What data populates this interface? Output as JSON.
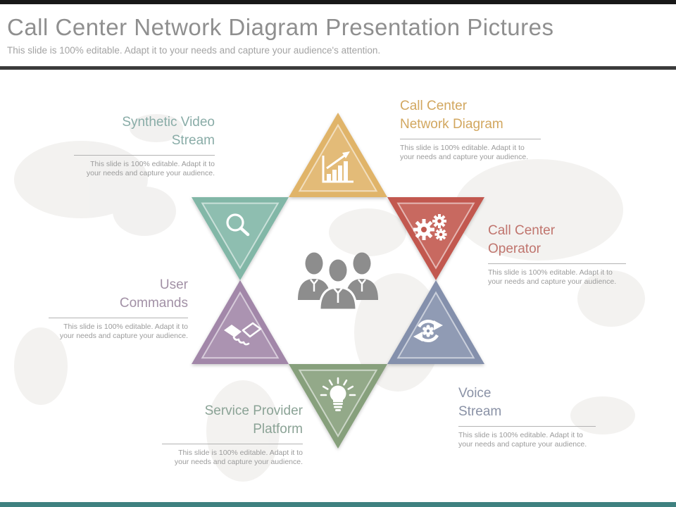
{
  "header": {
    "title": "Call Center Network Diagram Presentation Pictures",
    "subtitle": "This slide is 100% editable. Adapt it to your needs and capture your audience's attention."
  },
  "bars": {
    "top_bar_color": "#181818",
    "divider_color": "#3b3b3b",
    "footer_bar_color": "#3f8180"
  },
  "diagram": {
    "center": {
      "icon": "team-icon",
      "color": "#8d8d8d"
    },
    "nodes": [
      {
        "id": "call-center-network-diagram",
        "position": "top",
        "icon": "bar-chart-icon",
        "shape_color": "#e0b469",
        "label_color": "#d2a75f",
        "line1": "Call Center",
        "line2": "Network Diagram",
        "desc_line1": "This slide is 100% editable.  Adapt it to",
        "desc_line2": "your needs and capture your audience."
      },
      {
        "id": "call-center-operator",
        "position": "upper-right",
        "icon": "gears-icon",
        "shape_color": "#c2594f",
        "label_color": "#c0756e",
        "line1": "Call Center",
        "line2": "Operator",
        "desc_line1": "This slide is 100% editable.  Adapt it to",
        "desc_line2": "your needs and capture your audience."
      },
      {
        "id": "voice-stream",
        "position": "lower-right",
        "icon": "sync-icon",
        "shape_color": "#8490ac",
        "label_color": "#8a92a6",
        "line1": "Voice",
        "line2": "Stream",
        "desc_line1": "This slide is 100% editable.  Adapt it to",
        "desc_line2": "your needs and capture your audience."
      },
      {
        "id": "service-provider-platform",
        "position": "bottom",
        "icon": "lightbulb-icon",
        "shape_color": "#87a07c",
        "label_color": "#8ba396",
        "line1": "Service Provider",
        "line2": "Platform",
        "desc_line1": "This slide is 100% editable.  Adapt it to",
        "desc_line2": "your needs and capture your audience."
      },
      {
        "id": "user-commands",
        "position": "lower-left",
        "icon": "handshake-icon",
        "shape_color": "#a287a9",
        "label_color": "#a291a6",
        "line1": "User",
        "line2": "Commands",
        "desc_line1": "This slide is 100% editable.  Adapt it to",
        "desc_line2": "your needs and capture your audience."
      },
      {
        "id": "synthetic-video-stream",
        "position": "upper-left",
        "icon": "magnifier-icon",
        "shape_color": "#82b7a7",
        "label_color": "#89aca7",
        "line1": "Synthetic Video",
        "line2": "Stream",
        "desc_line1": "This slide is 100% editable.  Adapt it to",
        "desc_line2": "your needs and capture your audience."
      }
    ]
  }
}
